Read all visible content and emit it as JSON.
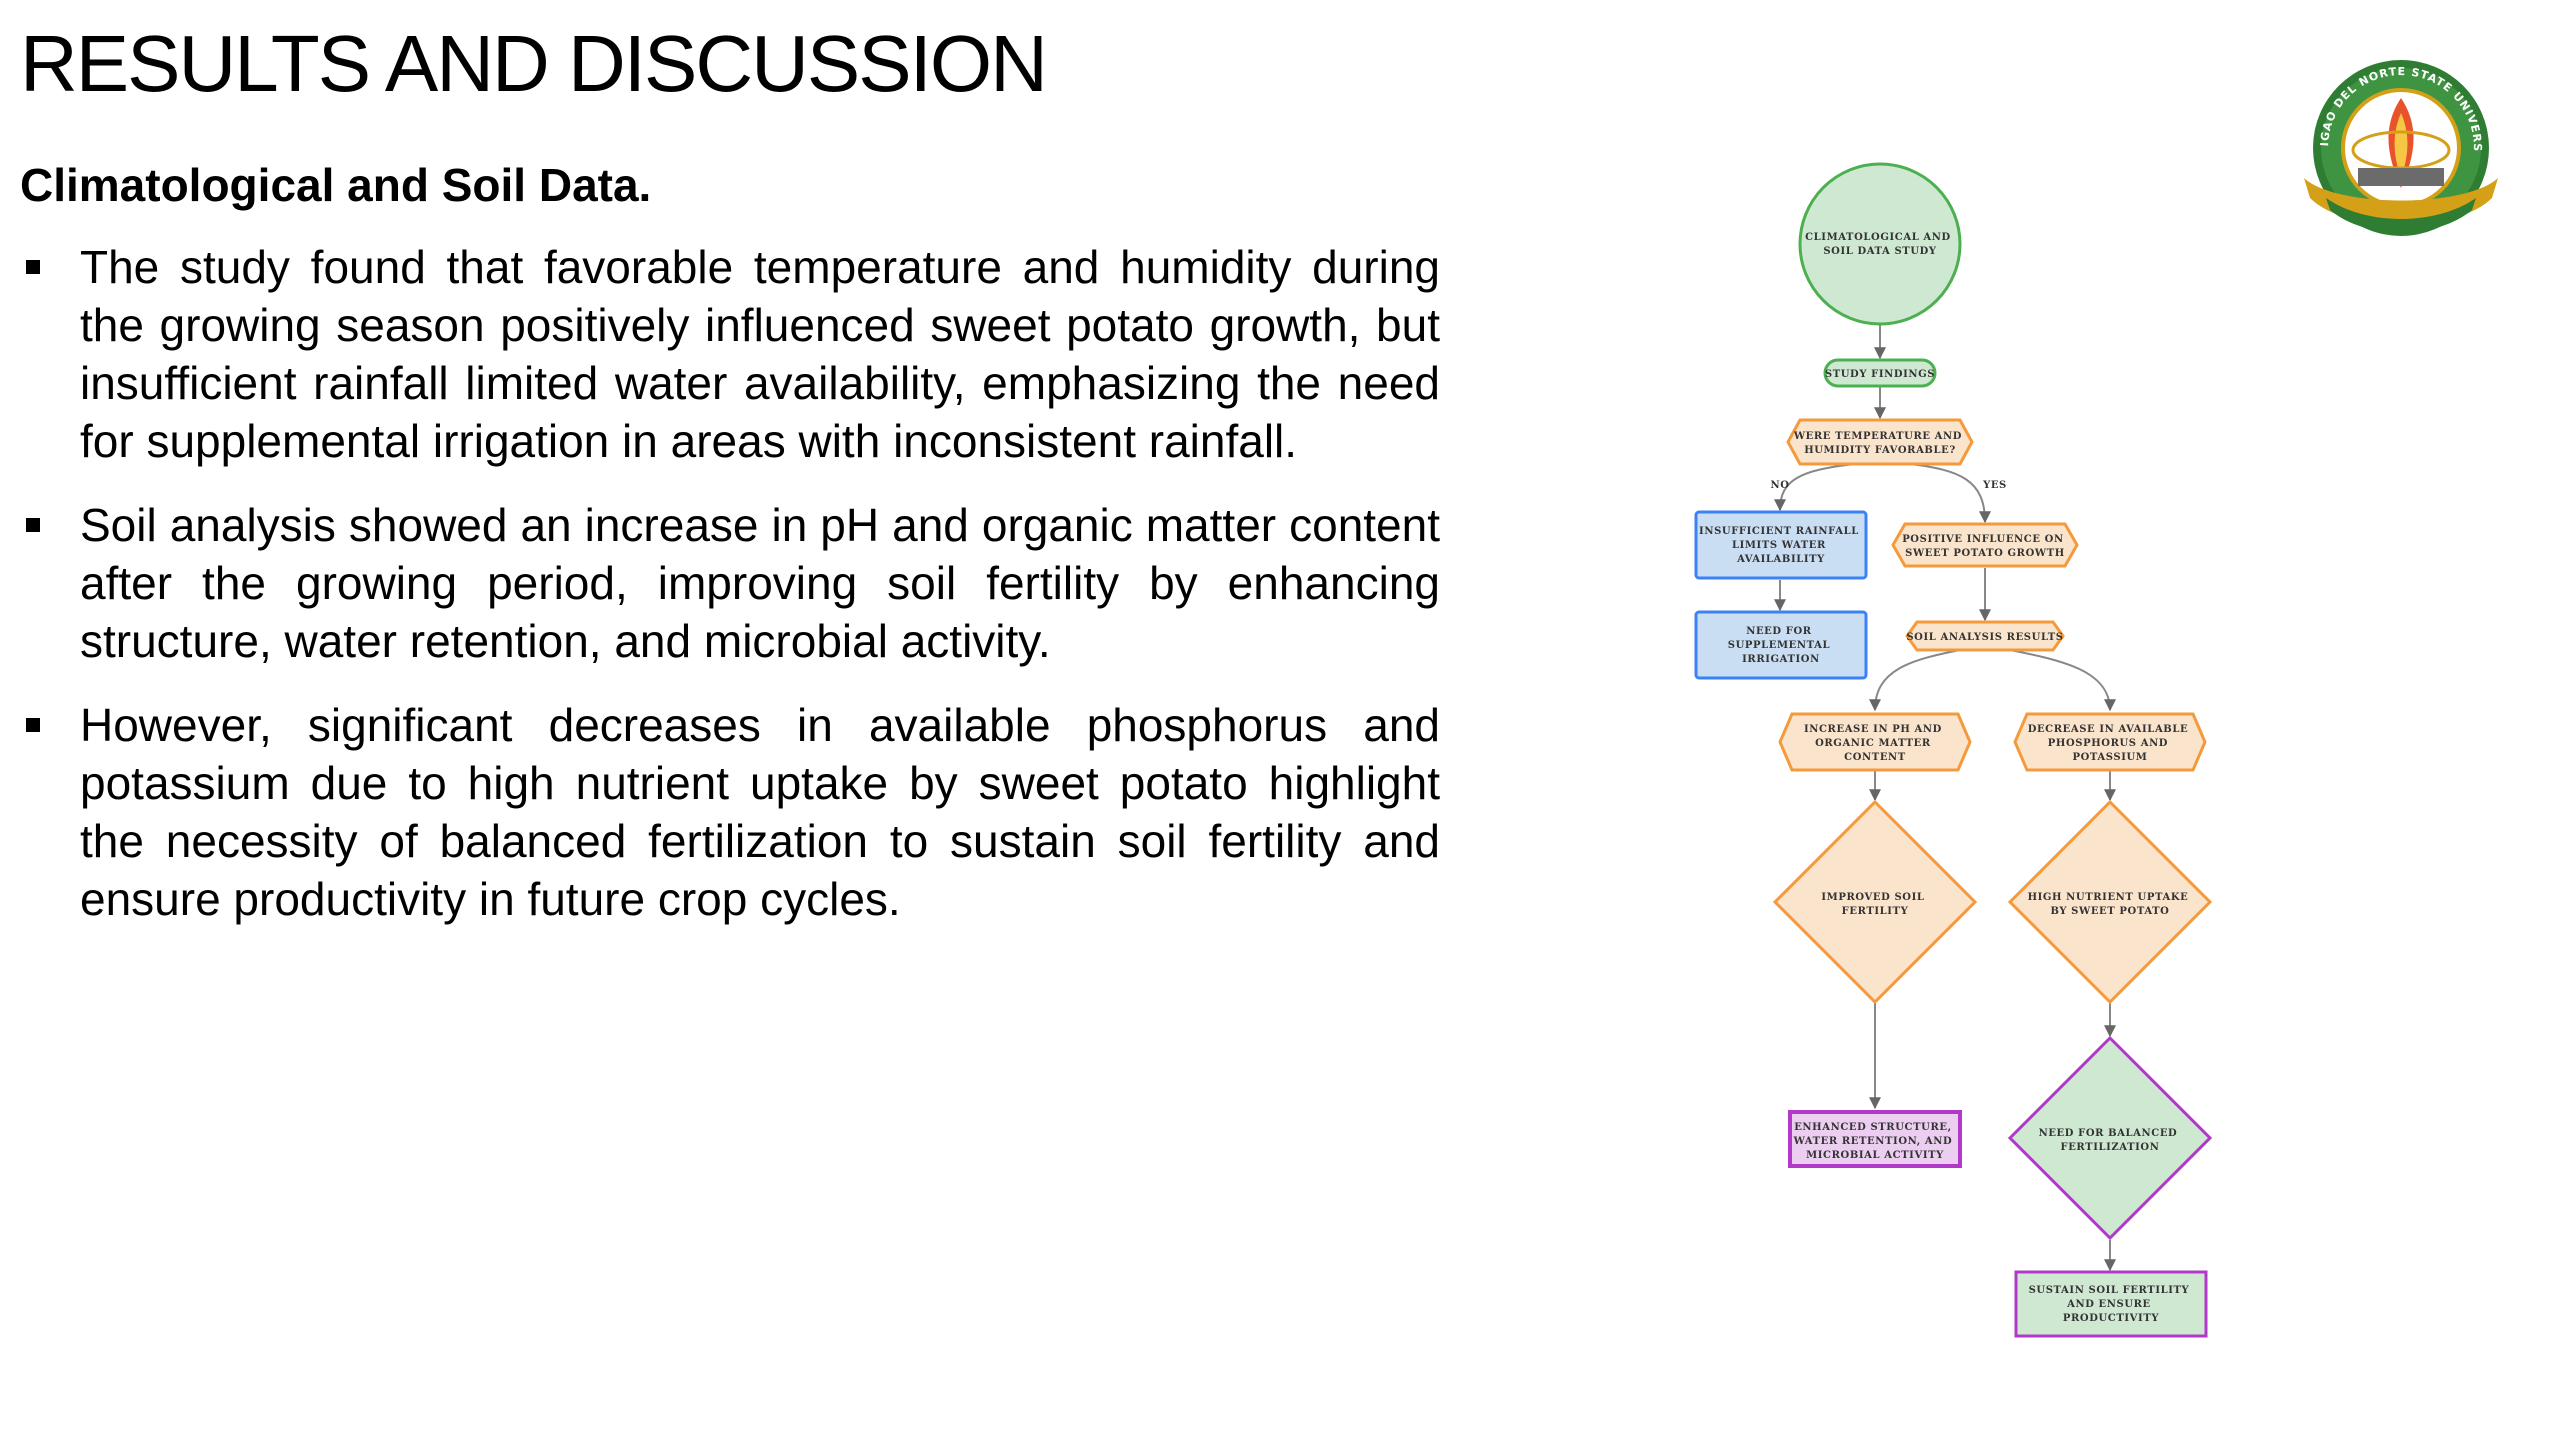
{
  "slide": {
    "title": "RESULTS AND DISCUSSION",
    "subtitle": "Climatological and Soil Data.",
    "bullets": [
      "The study found that favorable temperature and humidity during the growing season positively influenced sweet potato growth, but insufficient rainfall limited water availability, emphasizing the need for supplemental irrigation in areas with inconsistent rainfall.",
      "Soil analysis showed an increase in pH and organic matter content after the growing period, improving soil fertility by enhancing structure, water retention, and microbial activity.",
      "However, significant decreases in available phosphorus and potassium due to high nutrient uptake by sweet potato highlight the necessity of balanced fertilization to sustain soil fertility and ensure productivity in future crop cycles."
    ]
  },
  "logo": {
    "text": "SURIGAO DEL NORTE STATE UNIVERSITY",
    "colors": {
      "ring": "#2e7d32",
      "gold": "#d4a017"
    }
  },
  "flowchart": {
    "colors": {
      "green_fill": "#cfe8d2",
      "green_stroke": "#4caf50",
      "orange_fill": "#fbe4cc",
      "orange_stroke": "#f59a3c",
      "blue_fill": "#c9ddf3",
      "blue_stroke": "#3b82f6",
      "purple_fill": "#eccff0",
      "purple_stroke": "#b03ac7"
    },
    "nodes": {
      "start": [
        "CLIMATOLOGICAL AND",
        "SOIL DATA STUDY"
      ],
      "findings": [
        "STUDY FINDINGS"
      ],
      "decision": [
        "WERE TEMPERATURE AND",
        "HUMIDITY FAVORABLE?"
      ],
      "no_label": "NO",
      "yes_label": "YES",
      "rainfall": [
        "INSUFFICIENT RAINFALL",
        "LIMITS WATER",
        "AVAILABILITY"
      ],
      "irrigation": [
        "NEED FOR",
        "SUPPLEMENTAL",
        "IRRIGATION"
      ],
      "positive": [
        "POSITIVE INFLUENCE ON",
        "SWEET POTATO GROWTH"
      ],
      "soil_results": [
        "SOIL ANALYSIS RESULTS"
      ],
      "increase": [
        "INCREASE IN PH AND",
        "ORGANIC MATTER",
        "CONTENT"
      ],
      "decrease": [
        "DECREASE IN AVAILABLE",
        "PHOSPHORUS AND",
        "POTASSIUM"
      ],
      "improved": [
        "IMPROVED SOIL",
        "FERTILITY"
      ],
      "uptake": [
        "HIGH NUTRIENT UPTAKE",
        "BY SWEET POTATO"
      ],
      "enhanced": [
        "ENHANCED STRUCTURE,",
        "WATER RETENTION, AND",
        "MICROBIAL ACTIVITY"
      ],
      "balanced": [
        "NEED FOR BALANCED",
        "FERTILIZATION"
      ],
      "sustain": [
        "SUSTAIN SOIL FERTILITY",
        "AND ENSURE",
        "PRODUCTIVITY"
      ]
    }
  }
}
